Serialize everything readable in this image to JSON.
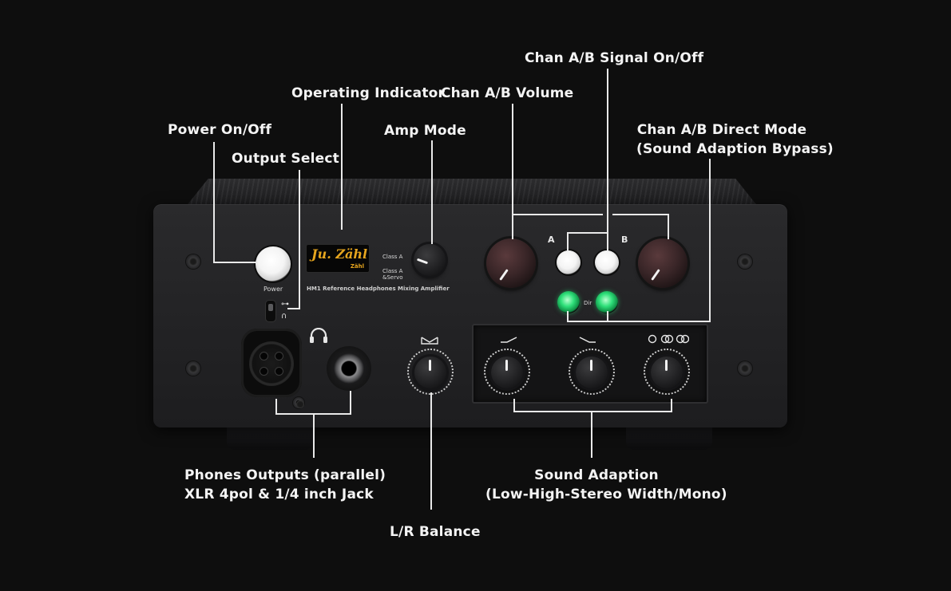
{
  "callouts": {
    "power": "Power On/Off",
    "output_select": "Output Select",
    "operating_indicator": "Operating Indicator",
    "amp_mode": "Amp Mode",
    "volume": "Chan A/B Volume",
    "signal": "Chan A/B Signal On/Off",
    "direct_line1": "Chan A/B Direct Mode",
    "direct_line2": "(Sound Adaption Bypass)",
    "phones_line1": "Phones Outputs (parallel)",
    "phones_line2": "XLR 4pol & 1/4 inch Jack",
    "balance": "L/R Balance",
    "sound_line1": "Sound Adaption",
    "sound_line2": "(Low-High-Stereo Width/Mono)"
  },
  "panel": {
    "power_label": "Power",
    "model": "HM1 Reference Headphones Mixing Amplifier",
    "logo_text": "Zähl",
    "class_a": "Class A",
    "class_a_servo_1": "Class A",
    "class_a_servo_2": "&Servo",
    "chan_a": "A",
    "chan_b": "B",
    "dir": "Dir"
  },
  "icons": {
    "headphones": "headphones-icon",
    "balance": "balance-icon",
    "low": "low-shelf-icon",
    "high": "high-shelf-icon",
    "width": "stereo-width-icon"
  }
}
